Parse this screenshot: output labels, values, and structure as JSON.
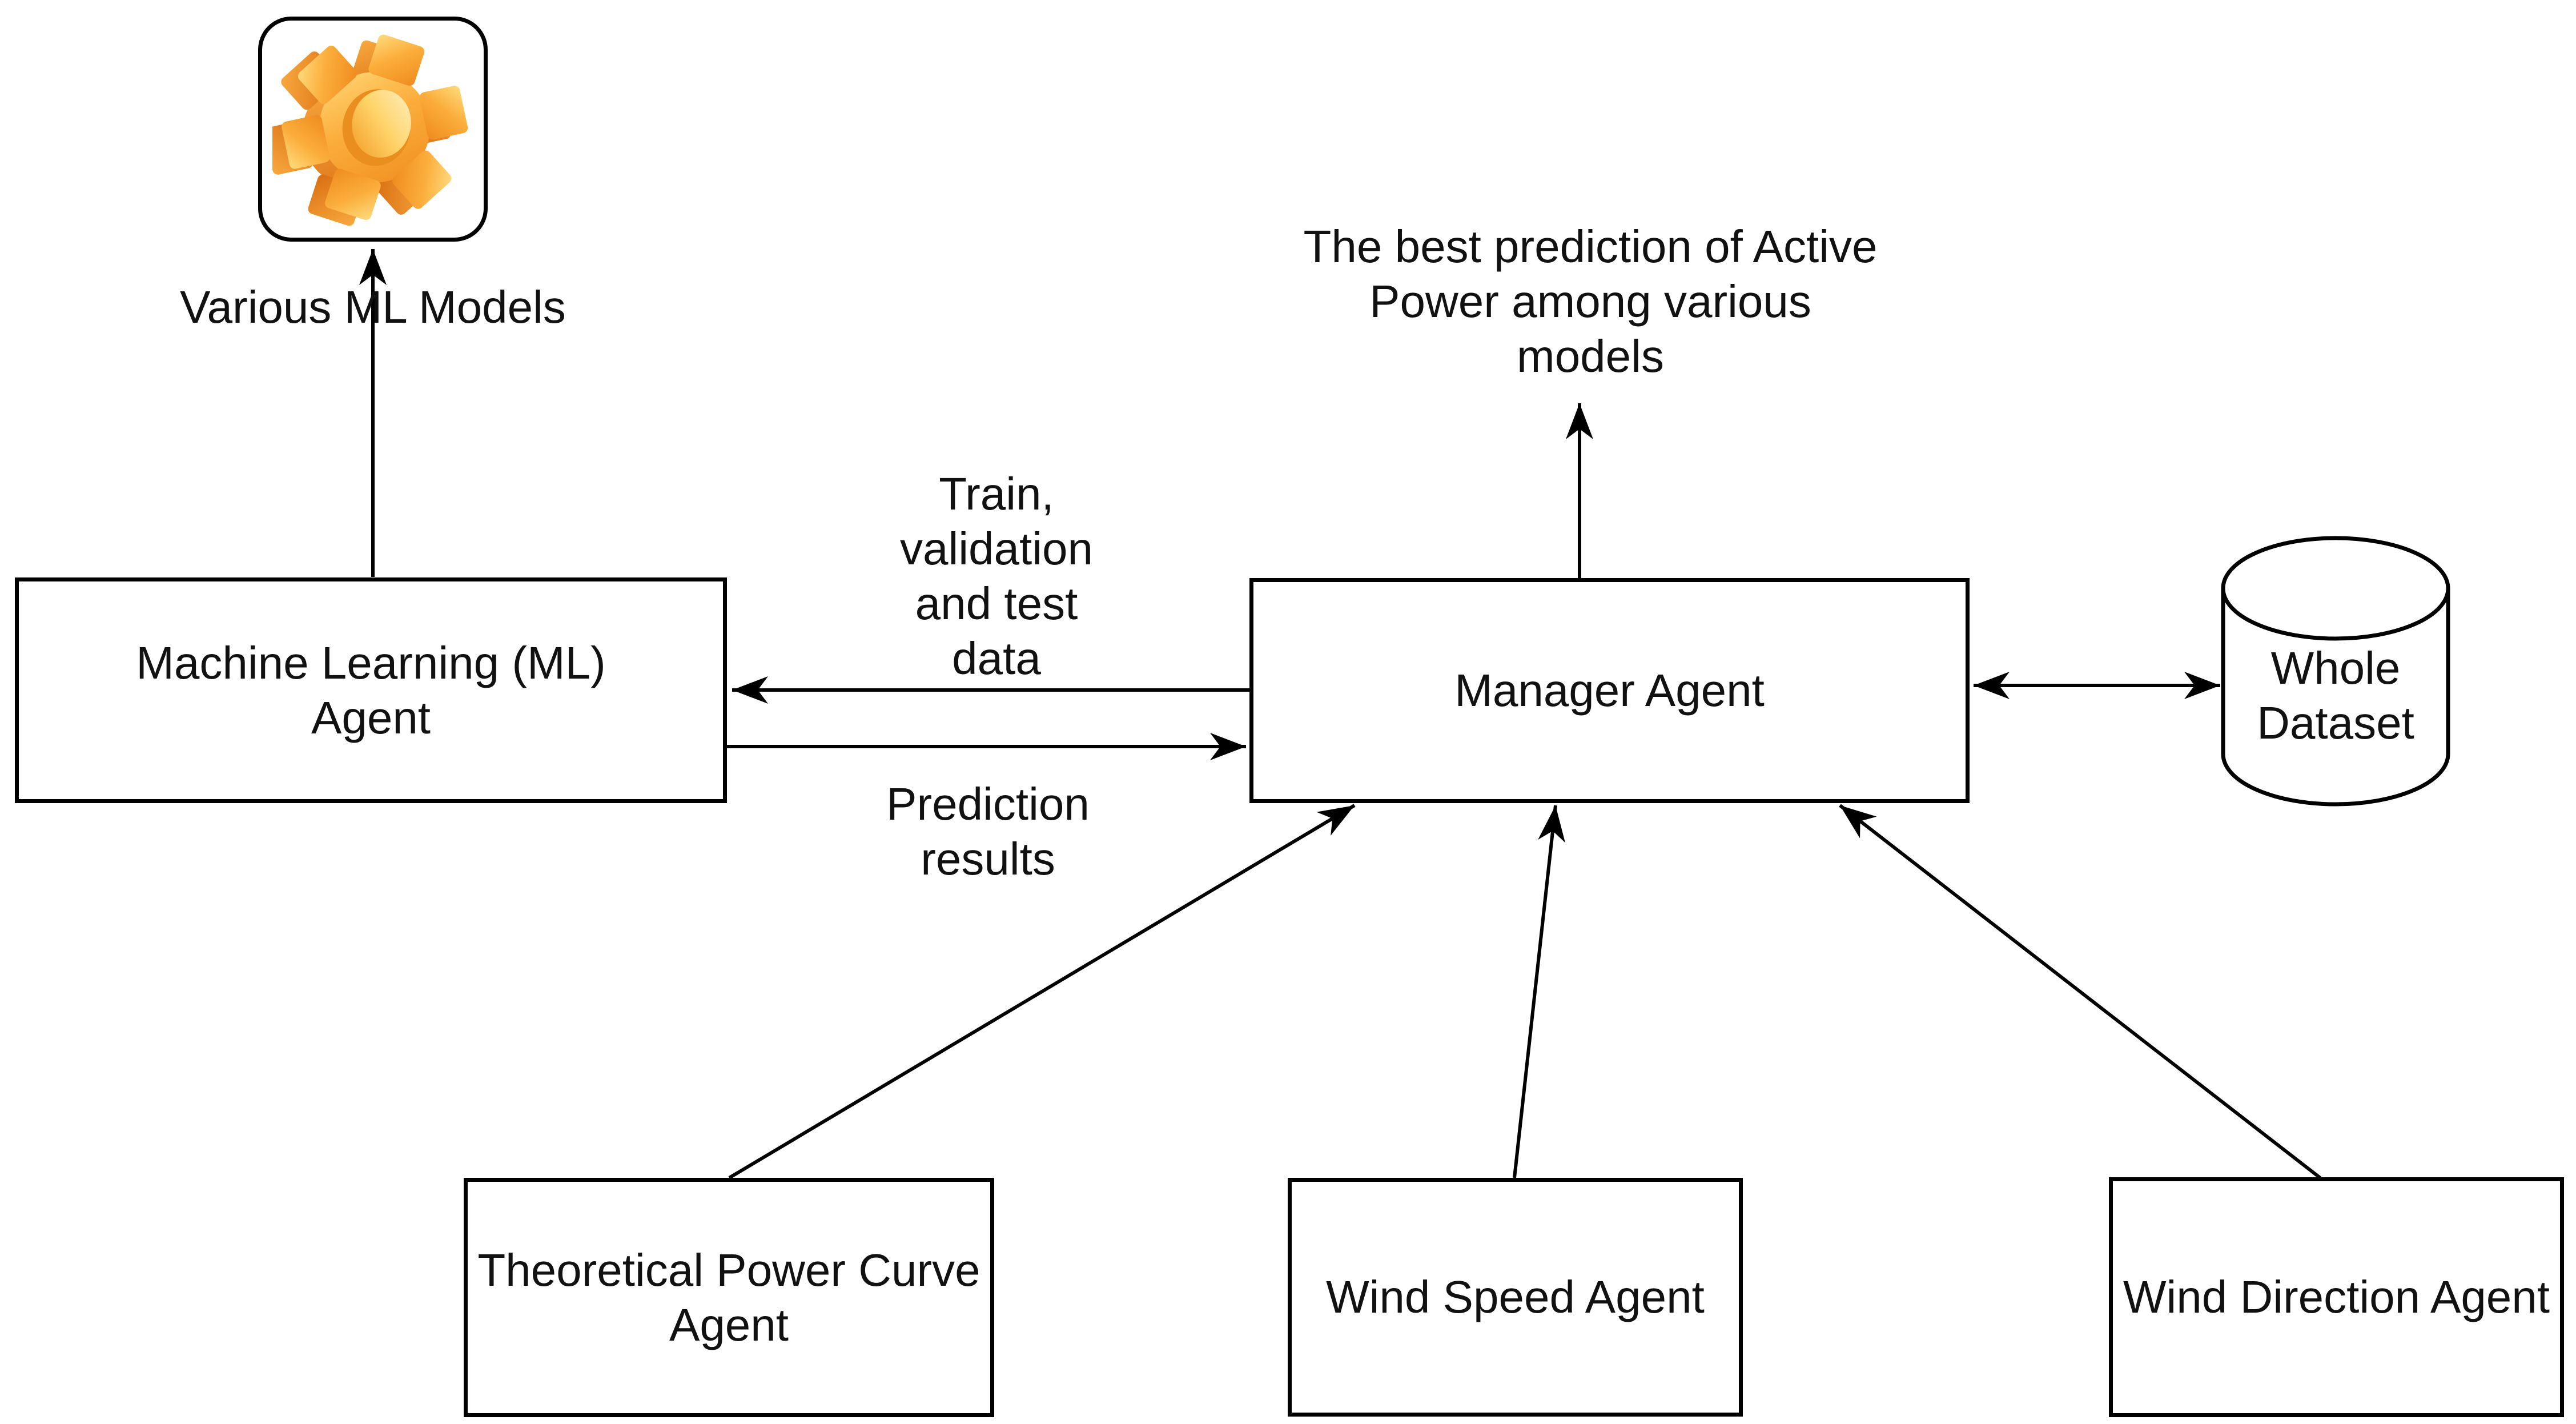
{
  "diagram": {
    "title_hint": "Multi-agent wind power prediction architecture",
    "background_color": "#ffffff",
    "line_color": "#000000",
    "text_color": "#111111"
  },
  "nodes": {
    "ml_models_icon": {
      "icon": "gear-icon",
      "caption": "Various ML Models",
      "icon_colors": {
        "front_light": "#FFDC7E",
        "front_mid": "#FBAE3C",
        "front_dark": "#EF8B1E",
        "side_dark": "#D96E12",
        "hole_light": "#FFF0C2"
      }
    },
    "ml_agent": {
      "label": "Machine Learning (ML)\nAgent"
    },
    "manager_agent": {
      "label": "Manager Agent"
    },
    "whole_dataset": {
      "label": "Whole\nDataset",
      "shape": "database-cylinder"
    },
    "theoretical_power_curve_agent": {
      "label": "Theoretical Power Curve\nAgent"
    },
    "wind_speed_agent": {
      "label": "Wind Speed Agent"
    },
    "wind_direction_agent": {
      "label": "Wind Direction Agent"
    }
  },
  "edges": {
    "manager_to_ml": {
      "label": "Train,\nvalidation\nand test\ndata",
      "direction": "manager-agent -> ml-agent"
    },
    "ml_to_manager": {
      "label": "Prediction\nresults",
      "direction": "ml-agent -> manager-agent"
    },
    "manager_output": {
      "label": "The best prediction of Active\nPower among various\nmodels",
      "direction": "manager-agent -> output"
    },
    "ml_to_models": {
      "label": "",
      "direction": "ml-agent -> various-ml-models"
    },
    "manager_dataset": {
      "label": "",
      "direction": "manager-agent <-> whole-dataset"
    },
    "tpc_to_manager": {
      "label": "",
      "direction": "theoretical-power-curve-agent -> manager-agent"
    },
    "ws_to_manager": {
      "label": "",
      "direction": "wind-speed-agent -> manager-agent"
    },
    "wd_to_manager": {
      "label": "",
      "direction": "wind-direction-agent -> manager-agent"
    }
  }
}
